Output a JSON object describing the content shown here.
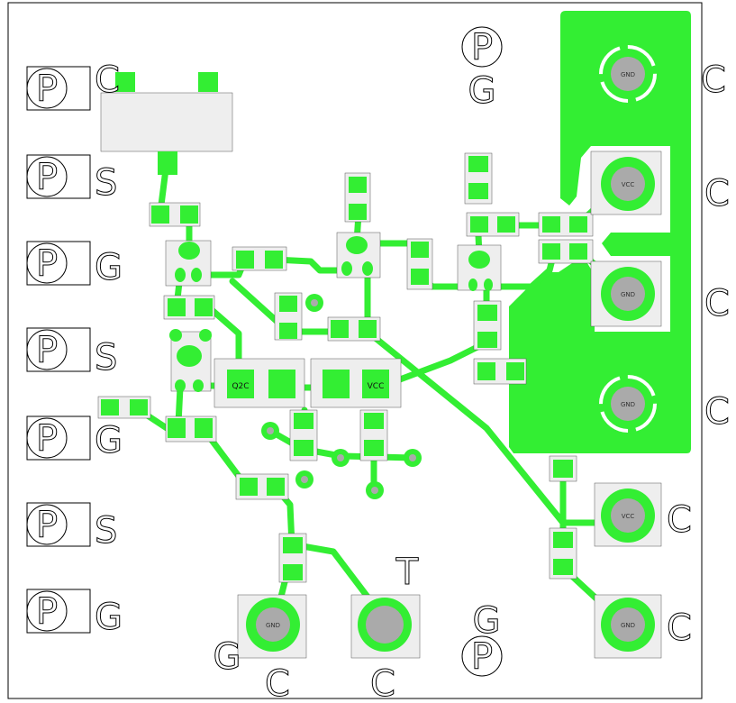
{
  "board": {
    "colors": {
      "copper": "#33ee33",
      "outline": "#000000",
      "pad_hole": "#aaaaaa",
      "footprint_bg": "#eeeeee",
      "background": "#ffffff"
    }
  },
  "left_column": {
    "markers": [
      "P",
      "P",
      "P",
      "P",
      "P",
      "P",
      "P"
    ],
    "labels": [
      "C",
      "S",
      "G",
      "S",
      "G",
      "S",
      "G"
    ]
  },
  "right_column": {
    "labels": [
      "C",
      "C",
      "C",
      "C",
      "C",
      "C"
    ]
  },
  "top": {
    "marker": "P",
    "label": "G"
  },
  "bottom": {
    "marker": "P",
    "labels_g": [
      "G",
      "G"
    ],
    "labels_c": [
      "C",
      "C"
    ],
    "label_t": "T"
  },
  "nets": {
    "q2c": "Q2C",
    "vcc": "VCC"
  },
  "pad_labels": {
    "gnd": "GND",
    "vcc": "VCC"
  }
}
